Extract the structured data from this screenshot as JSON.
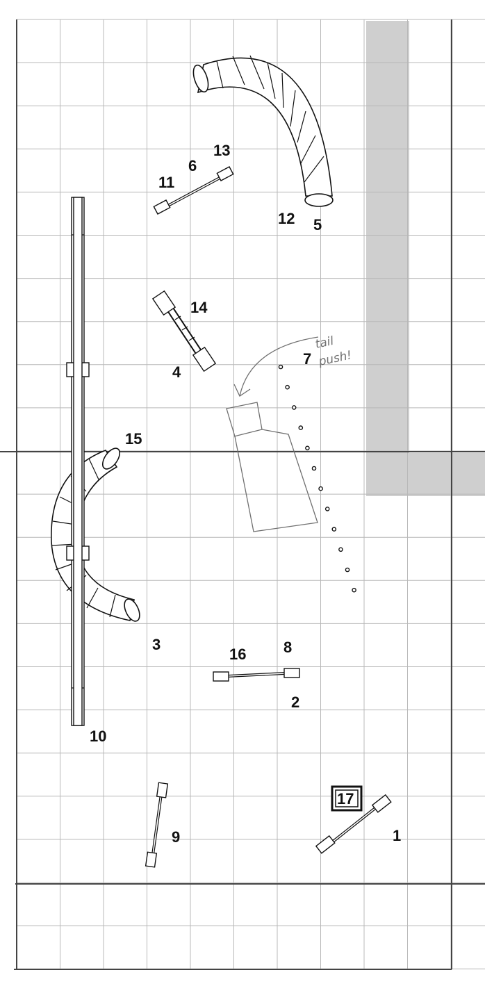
{
  "course": {
    "background": "#ffffff",
    "grid_color": "#b8b8b8",
    "major_line_color": "#444444",
    "shaded_zone_color": "#cfcfcf",
    "ink_color": "#111111",
    "pencil_color": "#707070",
    "start_box": {
      "label": "17"
    },
    "handwritten_note": {
      "line1": "tail",
      "line2": "push!"
    },
    "obstacles": [
      {
        "kind": "jump",
        "icon": "jump-icon",
        "labels": [
          "1"
        ]
      },
      {
        "kind": "jump",
        "icon": "jump-icon",
        "labels": [
          "8",
          "16",
          "2"
        ]
      },
      {
        "kind": "jump",
        "icon": "jump-icon",
        "labels": [
          "9"
        ]
      },
      {
        "kind": "jump",
        "icon": "jump-icon",
        "labels": [
          "11",
          "6",
          "13"
        ]
      },
      {
        "kind": "tire",
        "icon": "tire-icon",
        "labels": [
          "14",
          "4"
        ]
      },
      {
        "kind": "tunnel",
        "icon": "tunnel-icon",
        "labels": [
          "12",
          "5"
        ]
      },
      {
        "kind": "tunnel",
        "icon": "tunnel-icon",
        "labels": [
          "15",
          "3"
        ]
      },
      {
        "kind": "dogwalk",
        "icon": "dogwalk-icon",
        "labels": [
          "10"
        ]
      },
      {
        "kind": "weave_poles",
        "icon": "weave-poles-icon",
        "labels": [
          "7"
        ]
      }
    ]
  }
}
